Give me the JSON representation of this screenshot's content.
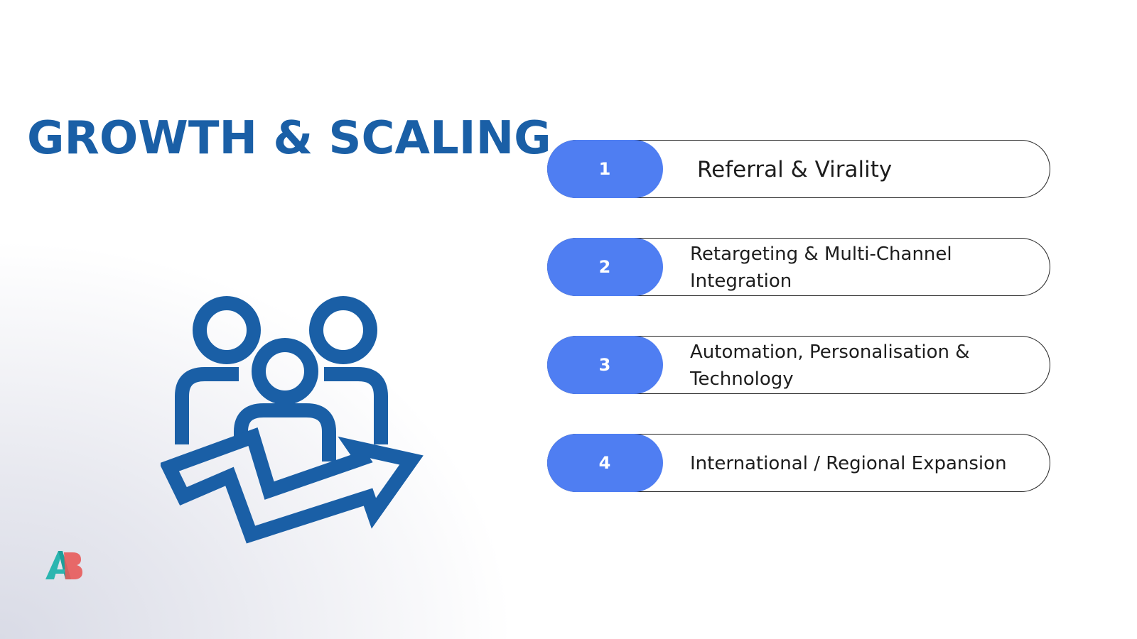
{
  "slide": {
    "title": "GROWTH & SCALING"
  },
  "steps": [
    {
      "number": "1",
      "label": "Referral & Virality"
    },
    {
      "number": "2",
      "label": "Retargeting & Multi-Channel Integration"
    },
    {
      "number": "3",
      "label": "Automation, Personalisation & Technology"
    },
    {
      "number": "4",
      "label": "International / Regional Expansion"
    }
  ],
  "logo": {
    "text": "AB"
  },
  "colors": {
    "title": "#1a5fa6",
    "accent": "#4f7ef2",
    "icon": "#1a5fa6"
  },
  "icons": {
    "illustration": "team-growth-arrow-icon"
  }
}
